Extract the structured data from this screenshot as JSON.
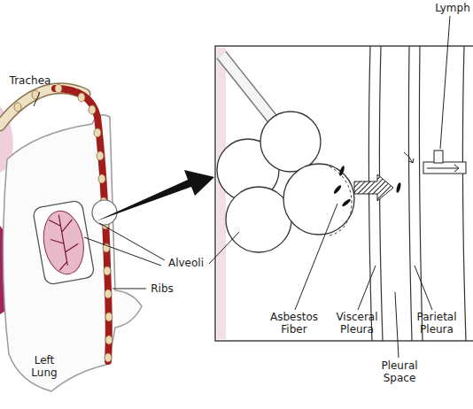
{
  "diagram": {
    "labels": [
      "Trachea",
      "Lymph",
      "Alveoli",
      "Ribs",
      "Left Lung",
      "Asbestos Fiber",
      "Visceral Pleura",
      "Parietal Pleura",
      "Pleural Space"
    ]
  }
}
